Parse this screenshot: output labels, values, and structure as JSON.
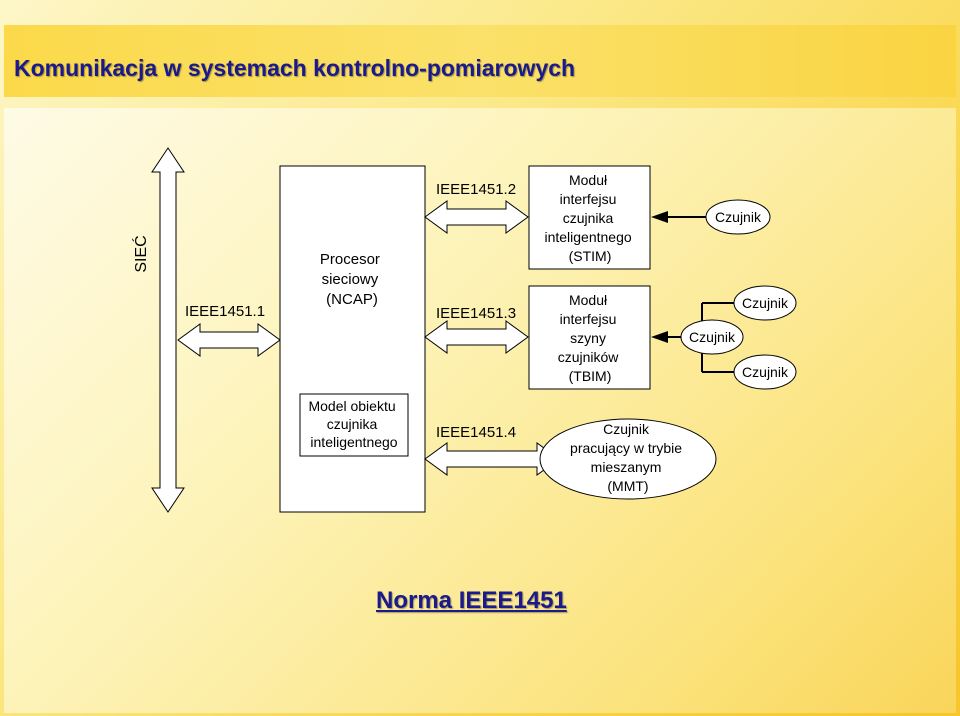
{
  "title": "Komunikacja w systemach kontrolno-pomiarowych",
  "network_label": "SIEĆ",
  "ieee_1451_1": "IEEE1451.1",
  "ieee_1451_2": "IEEE1451.2",
  "ieee_1451_3": "IEEE1451.3",
  "ieee_1451_4": "IEEE1451.4",
  "ncap": {
    "line1": "Procesor",
    "line2": "sieciowy",
    "line3": "(NCAP)"
  },
  "object_model": {
    "line1": "Model obiektu",
    "line2": "czujnika",
    "line3": "inteligentnego"
  },
  "stim": {
    "line1": "Moduł",
    "line2": "interfejsu",
    "line3": "czujnika",
    "line4": "inteligentnego",
    "line5": "(STIM)"
  },
  "tbim": {
    "line1": "Moduł",
    "line2": "interfejsu",
    "line3": "szyny",
    "line4": "czujników",
    "line5": "(TBIM)"
  },
  "mmt": {
    "line1": "Czujnik",
    "line2": "pracujący w trybie",
    "line3": "mieszanym",
    "line4": "(MMT)"
  },
  "sensor_label": "Czujnik",
  "footer": "Norma IEEE1451",
  "colors": {
    "title": "#1a1a8c",
    "background": "#fbe27a"
  }
}
